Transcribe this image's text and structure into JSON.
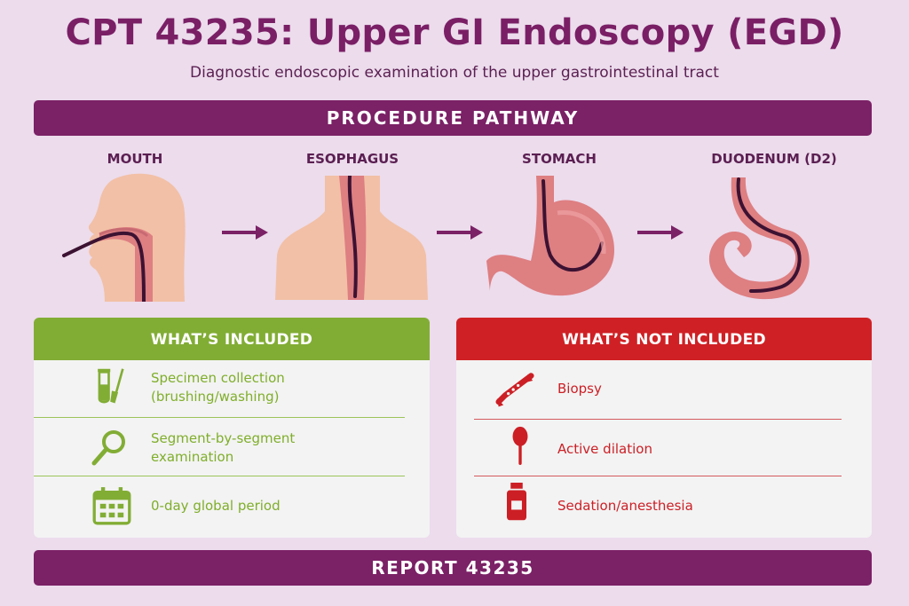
{
  "header": {
    "title": "CPT 43235: Upper GI Endoscopy (EGD)",
    "subtitle": "Diagnostic endoscopic examination of the upper gastrointestinal tract"
  },
  "pathway": {
    "heading": "PROCEDURE PATHWAY",
    "steps": [
      {
        "label": "MOUTH",
        "icon": "head-profile-icon"
      },
      {
        "label": "ESOPHAGUS",
        "icon": "esophagus-torso-icon"
      },
      {
        "label": "STOMACH",
        "icon": "stomach-icon"
      },
      {
        "label": "DUODENUM (D2)",
        "icon": "duodenum-icon"
      }
    ]
  },
  "included": {
    "heading": "WHAT’S INCLUDED",
    "color": "#82ad35",
    "items": [
      {
        "line1": "Specimen collection",
        "line2": "(brushing/washing)",
        "icon": "test-tube-brush-icon"
      },
      {
        "line1": "Segment-by-segment",
        "line2": "examination",
        "icon": "magnifier-icon"
      },
      {
        "line1": "0-day global period",
        "line2": "",
        "icon": "calendar-icon"
      }
    ]
  },
  "not_included": {
    "heading": "WHAT’S NOT INCLUDED",
    "color": "#cf2125",
    "items": [
      {
        "line1": "Biopsy",
        "icon": "biopsy-forceps-icon"
      },
      {
        "line1": "Active dilation",
        "icon": "balloon-dilator-icon"
      },
      {
        "line1": "Sedation/anesthesia",
        "icon": "medicine-bottle-icon"
      }
    ]
  },
  "footer": {
    "label": "REPORT 43235"
  },
  "colors": {
    "background": "#ecdcec",
    "brand_purple": "#7b2166",
    "skin": "#f2c0a6",
    "tissue": "#de7f82"
  }
}
